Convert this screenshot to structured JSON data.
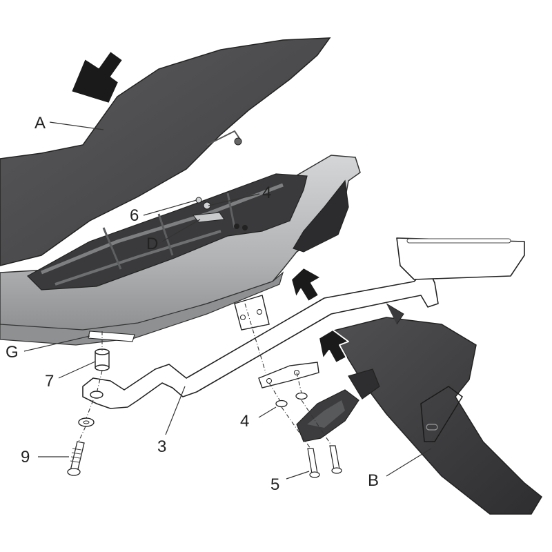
{
  "diagram": {
    "colors": {
      "seat": "#4a4a4c",
      "body": "#b9bbbd",
      "dark": "#3b3b3d",
      "outline": "#222222",
      "rack": "#ffffff"
    },
    "labels": {
      "A": "A",
      "B": "B",
      "D": "D",
      "G": "G",
      "n3": "3",
      "n4_top": "4",
      "n4_bottom": "4",
      "n5": "5",
      "n6": "6",
      "n7": "7",
      "n9": "9"
    }
  }
}
